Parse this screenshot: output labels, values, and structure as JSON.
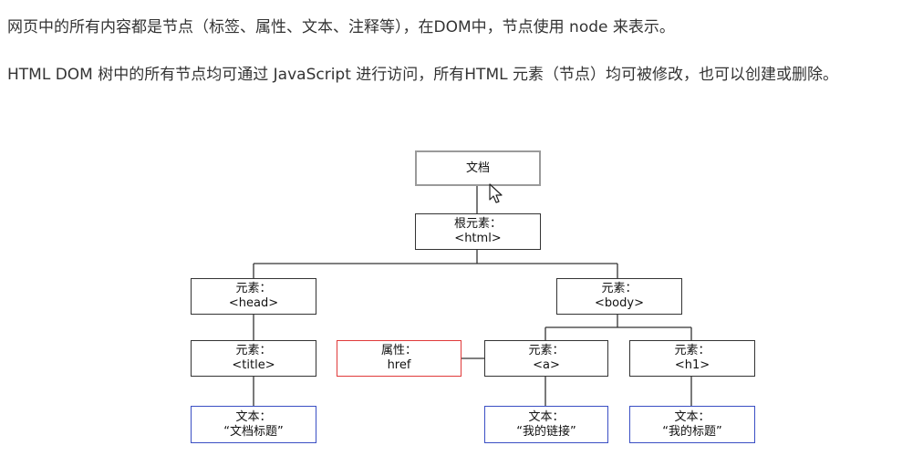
{
  "paragraphs": {
    "p1": "网页中的所有内容都是节点（标签、属性、文本、注释等），在DOM中，节点使用 node 来表示。",
    "p2": "HTML DOM 树中的所有节点均可通过 JavaScript 进行访问，所有HTML 元素（节点）均可被修改，也可以创建或删除。"
  },
  "tree": {
    "document": {
      "line1": "文档"
    },
    "html": {
      "line1": "根元素：",
      "line2": "<html>"
    },
    "head": {
      "line1": "元素：",
      "line2": "<head>"
    },
    "body": {
      "line1": "元素：",
      "line2": "<body>"
    },
    "title": {
      "line1": "元素：",
      "line2": "<title>"
    },
    "href": {
      "line1": "属性：",
      "line2": "href"
    },
    "a": {
      "line1": "元素：",
      "line2": "<a>"
    },
    "h1": {
      "line1": "元素：",
      "line2": "<h1>"
    },
    "title_text": {
      "line1": "文本：",
      "line2": "“文档标题”"
    },
    "a_text": {
      "line1": "文本：",
      "line2": "“我的链接”"
    },
    "h1_text": {
      "line1": "文本：",
      "line2": "“我的标题”"
    }
  },
  "colors": {
    "element_border": "#333333",
    "document_border": "#9a9a9a",
    "attribute_border": "#e03a3a",
    "text_border": "#3a4fc4"
  },
  "icons": {
    "cursor": "mouse-pointer-icon"
  }
}
